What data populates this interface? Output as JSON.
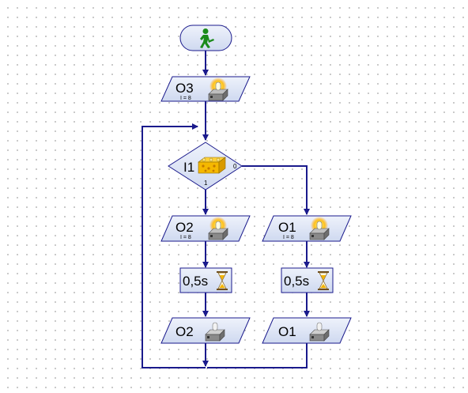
{
  "flowchart": {
    "start": {
      "icon": "running-man-icon",
      "color": "#1a8a1a"
    },
    "o3_on": {
      "label": "O3",
      "sub": "I = 8",
      "icon": "lamp-on-icon"
    },
    "i1_branch": {
      "label": "I1",
      "out_right": "0",
      "out_down": "1",
      "icon": "lego-brick-icon"
    },
    "o2_on": {
      "label": "O2",
      "sub": "I = 8",
      "icon": "lamp-on-icon"
    },
    "o1_on": {
      "label": "O1",
      "sub": "I = 8",
      "icon": "lamp-on-icon"
    },
    "wait_left": {
      "label": "0,5s",
      "icon": "hourglass-icon"
    },
    "wait_right": {
      "label": "0,5s",
      "icon": "hourglass-icon"
    },
    "o2_off": {
      "label": "O2",
      "icon": "lamp-off-icon"
    },
    "o1_off": {
      "label": "O1",
      "icon": "lamp-off-icon"
    },
    "colors": {
      "connector": "#1a1a8c",
      "node_fill": "#dfe6f5",
      "node_stroke": "#1a1a8c"
    }
  }
}
